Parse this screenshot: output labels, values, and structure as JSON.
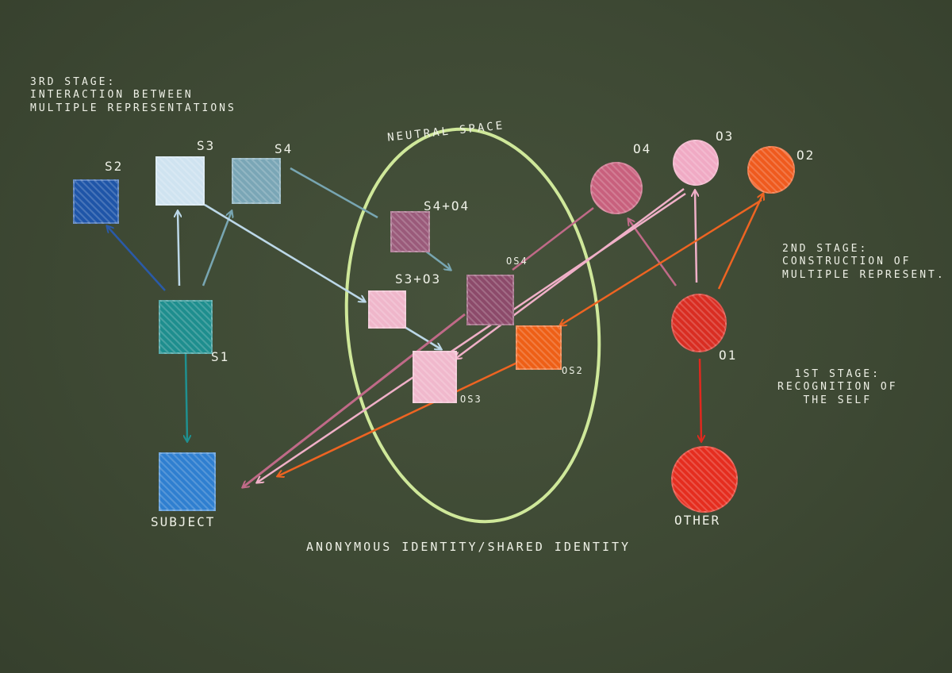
{
  "notes": {
    "stage3_l1": "3RD STAGE:",
    "stage3_l2": "INTERACTION BETWEEN",
    "stage3_l3": "MULTIPLE REPRESENTATIONS",
    "stage2_l1": "2ND STAGE:",
    "stage2_l2": "CONSTRUCTION OF",
    "stage2_l3": "MULTIPLE REPRESENT.",
    "stage1_l1": "1ST STAGE:",
    "stage1_l2": "RECOGNITION OF",
    "stage1_l3": "THE SELF",
    "neutral_space": "NEUTRAL SPACE",
    "bottom": "ANONYMOUS IDENTITY/SHARED IDENTITY"
  },
  "labels": {
    "s1": "S1",
    "s2": "S2",
    "s3": "S3",
    "s4": "S4",
    "subject": "SUBJECT",
    "other": "OTHER",
    "o1": "O1",
    "o2": "O2",
    "o3": "O3",
    "o4": "O4",
    "s4o4": "S4+O4",
    "s3o3": "S3+O3",
    "os4": "OS4",
    "os3": "OS3",
    "os2": "OS2"
  },
  "colors": {
    "background": "#3f4a35",
    "s1": "#1e8e8e",
    "s2": "#1f55a8",
    "s3": "#cfe3f0",
    "s4": "#7aa6b6",
    "subject": "#2f7fd0",
    "other": "#e52d1f",
    "o1": "#d92d22",
    "o2": "#ef5a1e",
    "o3": "#f0aac4",
    "o4": "#c8607d",
    "s4o4": "#9a5a7a",
    "s3o3": "#efb6ca",
    "os4": "#8c4a6a",
    "os3": "#f0b8cc",
    "os2": "#ee5f16",
    "ellipse": "#cfe89a"
  }
}
